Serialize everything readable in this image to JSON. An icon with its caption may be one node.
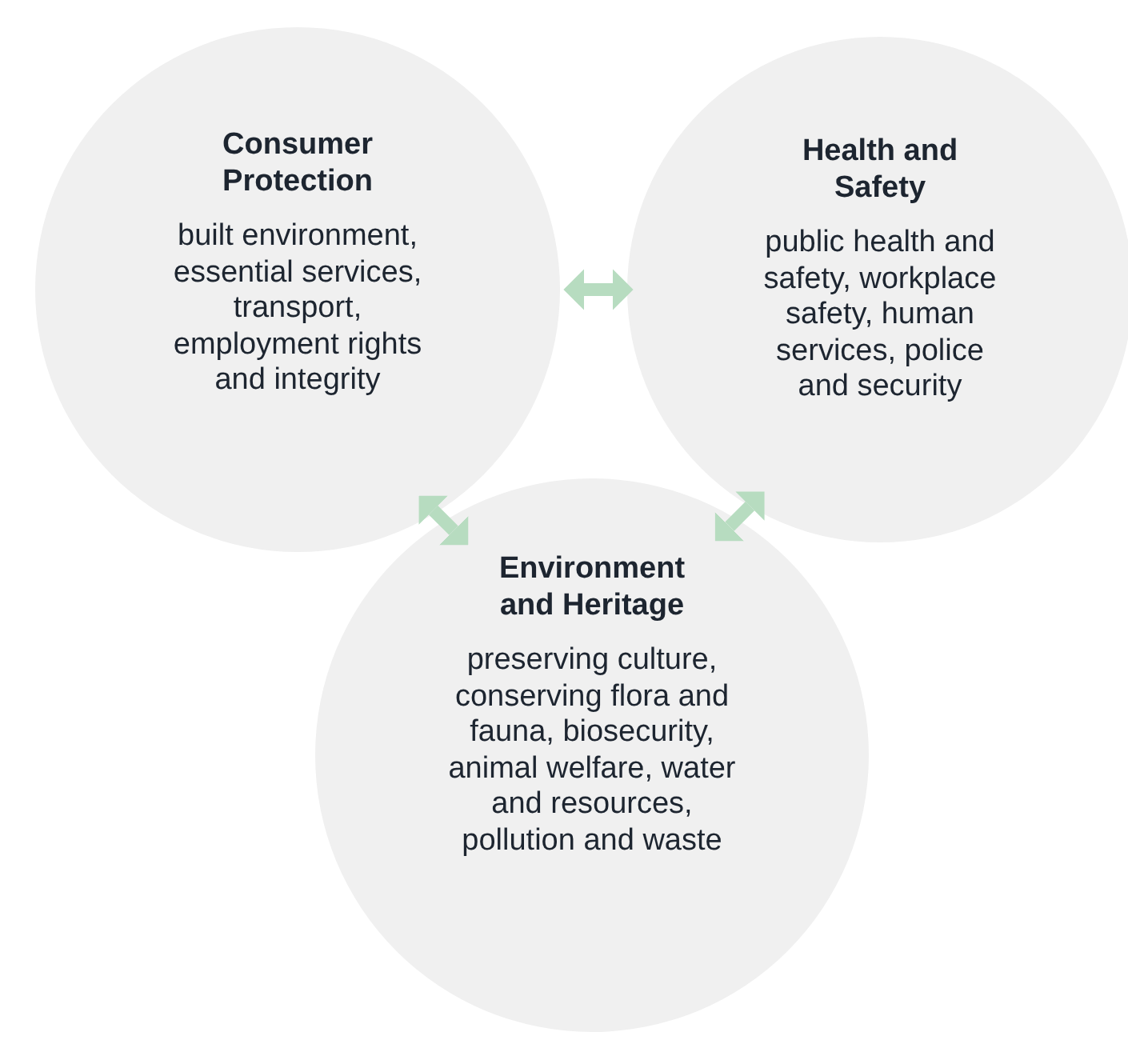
{
  "diagram": {
    "nodes": [
      {
        "text": [
          "Consumer Protection",
          "built environment, essential services, transport, employment rights and integrity"
        ]
      },
      {
        "text": [
          "Health and Safety",
          "public health and safety, workplace safety, human services, police and security"
        ]
      },
      {
        "text": [
          "Environment and Heritage",
          "preserving culture, conserving flora and fauna, biosecurity, animal welfare, water and resources, pollution and waste"
        ]
      }
    ],
    "edges": [
      {
        "from": 0,
        "to": 1,
        "arrow": "both"
      },
      {
        "from": 0,
        "to": 2,
        "arrow": "both"
      },
      {
        "from": 1,
        "to": 2,
        "arrow": "both"
      }
    ]
  }
}
